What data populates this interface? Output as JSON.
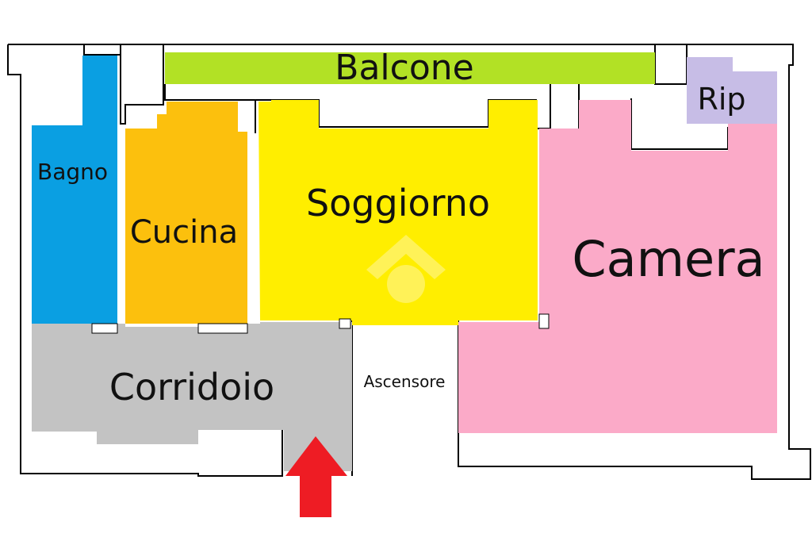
{
  "rooms": {
    "balcone": {
      "label": "Balcone",
      "color": "#b2e125"
    },
    "ripostiglio": {
      "label": "Rip",
      "color": "#c7bde6"
    },
    "bagno": {
      "label": "Bagno",
      "color": "#0a9fe2"
    },
    "cucina": {
      "label": "Cucina",
      "color": "#fcc00d"
    },
    "soggiorno": {
      "label": "Soggiorno",
      "color": "#ffee00"
    },
    "camera": {
      "label": "Camera",
      "color": "#fbaac8"
    },
    "corridoio": {
      "label": "Corridoio",
      "color": "#c3c3c3"
    },
    "ascensore": {
      "label": "Ascensore",
      "color": "#ffffff"
    }
  },
  "entrance": {
    "color": "#ee1c24",
    "icon": "arrow-up-icon"
  },
  "watermark": {
    "icon": "house-logo-icon",
    "color": "#fff7a0"
  }
}
